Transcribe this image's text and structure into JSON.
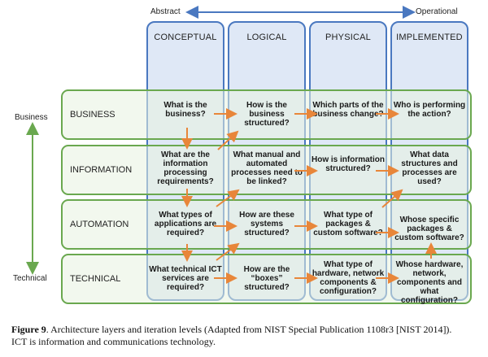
{
  "axis": {
    "left_label": "Abstract",
    "right_label": "Operational",
    "top_label": "Business",
    "bottom_label": "Technical"
  },
  "columns": [
    "CONCEPTUAL",
    "LOGICAL",
    "PHYSICAL",
    "IMPLEMENTED"
  ],
  "rows": [
    {
      "label": "BUSINESS",
      "cells": [
        "What is the business?",
        "How is the business structured?",
        "Which parts of the business change?",
        "Who is performing the action?"
      ]
    },
    {
      "label": "INFORMATION",
      "cells": [
        "What are the information processing requirements?",
        "What manual and automated processes need to be linked?",
        "How is information structured?",
        "What data structures and processes are used?"
      ]
    },
    {
      "label": "AUTOMATION",
      "cells": [
        "What types of applications are required?",
        "How are these systems structured?",
        "What type of packages & custom software?",
        "Whose specific packages & custom software?"
      ]
    },
    {
      "label": "TECHNICAL",
      "cells": [
        "What technical ICT services are required?",
        "How are the “boxes” structured?",
        "What type of hardware, network components & configuration?",
        "Whose hardware, network, components and what configuration?"
      ]
    }
  ],
  "caption": {
    "figure_label": "Figure 9",
    "text": ". Architecture layers and iteration levels (Adapted from NIST Special Publication 1108r3 [NIST 2014]). ICT is information and communications technology."
  },
  "colors": {
    "column_border": "#4a78c0",
    "column_fill": "#dfe8f6",
    "row_border": "#6aa84f",
    "arrow": "#e8863a",
    "axis_arrow_horizontal": "#4a78c0",
    "axis_arrow_vertical": "#6aa84f"
  }
}
